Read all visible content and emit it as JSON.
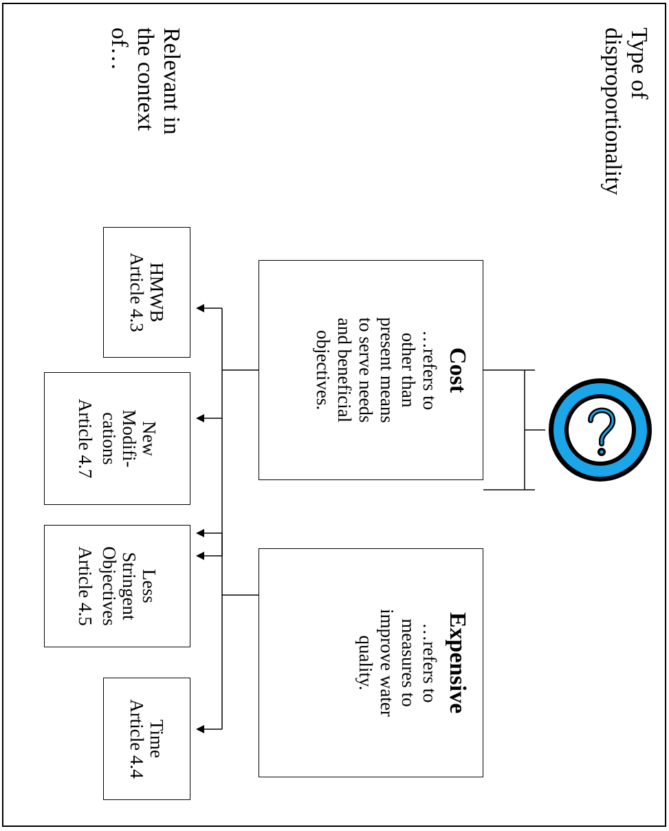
{
  "headings": {
    "type": "Type of disproportionality",
    "context": "Relevant in the context of…"
  },
  "hub_icon": {
    "name": "question-mark-icon",
    "ring_color": "#1aa6e8"
  },
  "cost": {
    "title": "Cost",
    "body": "…refers to other than present means to serve needs and beneficial objectives."
  },
  "expensive": {
    "title": "Expensive",
    "body": "…refers to measures to improve water quality."
  },
  "contexts": [
    {
      "line1": "HMWB",
      "line2": "",
      "line3": "",
      "article": "Article 4.3"
    },
    {
      "line1": "New",
      "line2": "Modifi-",
      "line3": "cations",
      "article": "Article 4.7"
    },
    {
      "line1": "Less",
      "line2": "Stringent",
      "line3": "Objectives",
      "article": "Article 4.5"
    },
    {
      "line1": "Time",
      "line2": "",
      "line3": "",
      "article": "Article 4.4"
    }
  ]
}
